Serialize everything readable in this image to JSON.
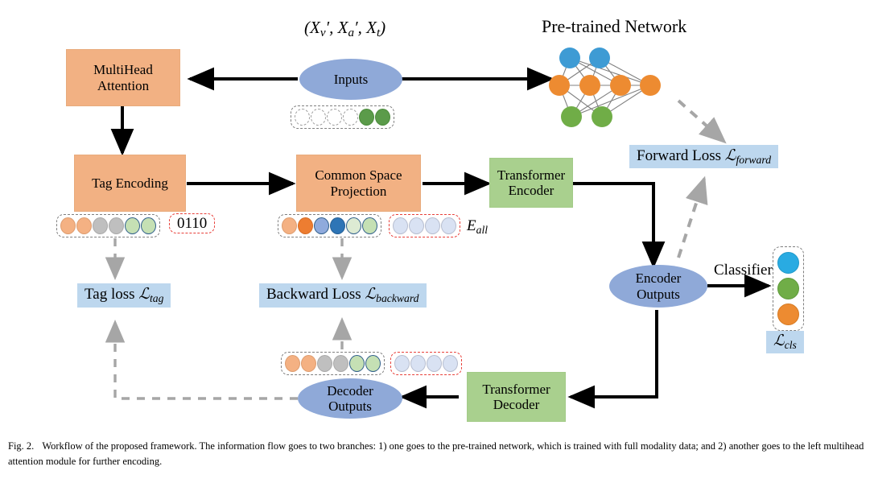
{
  "figure": {
    "title_formula": "(X'v, X'a, Xt)",
    "caption_number": "Fig. 2.",
    "caption_text": "Workflow of the proposed framework. The information flow goes to two branches: 1) one goes to the pre-trained network, which is trained with full modality data; and 2) another goes to the left multihead attention module for further encoding."
  },
  "nodes": {
    "multihead_attention": "MultiHead\nAttention",
    "multihead_attention_line1": "MultiHead",
    "multihead_attention_line2": "Attention",
    "inputs": "Inputs",
    "pretrained_network": "Pre-trained Network",
    "tag_encoding": "Tag Encoding",
    "common_space_projection_line1": "Common Space",
    "common_space_projection_line2": "Projection",
    "transformer_encoder_line1": "Transformer",
    "transformer_encoder_line2": "Encoder",
    "transformer_decoder_line1": "Transformer",
    "transformer_decoder_line2": "Decoder",
    "encoder_outputs_line1": "Encoder",
    "encoder_outputs_line2": "Outputs",
    "decoder_outputs_line1": "Decoder",
    "decoder_outputs_line2": "Outputs",
    "classifier": "Classifier",
    "tag_bits": "0110",
    "e_all": "Eall"
  },
  "losses": {
    "forward": "Forward Loss ℒforward",
    "forward_prefix": "Forward Loss ",
    "forward_symbol": "ℒ",
    "forward_sub": "forward",
    "tag_prefix": "Tag loss ",
    "tag_symbol": "ℒ",
    "tag_sub": "tag",
    "backward_prefix": "Backward Loss ",
    "backward_symbol": "ℒ",
    "backward_sub": "backward",
    "cls_symbol": "ℒ",
    "cls_sub": "cls"
  },
  "strips": {
    "inputs_row": [
      "empty",
      "empty",
      "empty",
      "empty",
      "green",
      "green"
    ],
    "tag_encoding_row": [
      "lightorange",
      "lightorange",
      "gray",
      "gray",
      "lightgreen",
      "lightgreen"
    ],
    "common_space_row": [
      "lightorange",
      "orange",
      "lightblue",
      "blue",
      "palegreen",
      "lightgreen"
    ],
    "e_all_row": [
      "paleblue",
      "paleblue",
      "paleblue",
      "paleblue"
    ],
    "decoder_row": [
      "lightorange",
      "lightorange",
      "gray",
      "gray",
      "lightgreen",
      "lightgreen"
    ],
    "decoder_pale_row": [
      "paleblue",
      "paleblue",
      "paleblue",
      "paleblue"
    ],
    "classifier_column": [
      "cyan",
      "midgreen",
      "midorange"
    ]
  },
  "network": {
    "layers": [
      {
        "name": "input-layer",
        "color": "#3E9BD4",
        "count": 2
      },
      {
        "name": "hidden-layer",
        "color": "#ED8B31",
        "count": 4
      },
      {
        "name": "output-layer",
        "color": "#70AD47",
        "count": 2
      }
    ]
  },
  "colors": {
    "orange_box": "#F2B183",
    "green_box": "#A9D08E",
    "ellipse_blue": "#8FA9D8",
    "loss_blue": "#BDD7EE",
    "dashed_red": "#E8403A",
    "dashed_gray": "#808080",
    "arrow_black": "#000000",
    "arrow_gray": "#A6A6A6"
  }
}
